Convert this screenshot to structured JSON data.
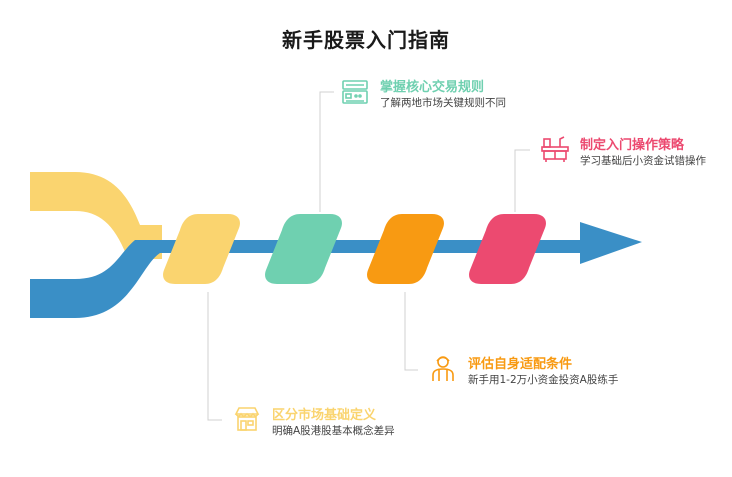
{
  "title": "新手股票入门指南",
  "colors": {
    "blue": "#3a8fc6",
    "yellow": "#fad46f",
    "green": "#6fd0b0",
    "orange": "#f89a12",
    "pink": "#ec4a70"
  },
  "steps": [
    {
      "id": "s1",
      "title": "区分市场基础定义",
      "desc": "明确A股港股基本概念差异",
      "color": "#fad46f",
      "icon": "shop-icon"
    },
    {
      "id": "s2",
      "title": "掌握核心交易规则",
      "desc": "了解两地市场关键规则不同",
      "color": "#6fd0b0",
      "icon": "cash-register-icon"
    },
    {
      "id": "s3",
      "title": "评估自身适配条件",
      "desc": "新手用1-2万小资金投资A股练手",
      "color": "#f89a12",
      "icon": "person-icon"
    },
    {
      "id": "s4",
      "title": "制定入门操作策略",
      "desc": "学习基础后小资金试错操作",
      "color": "#ec4a70",
      "icon": "desk-icon"
    }
  ]
}
